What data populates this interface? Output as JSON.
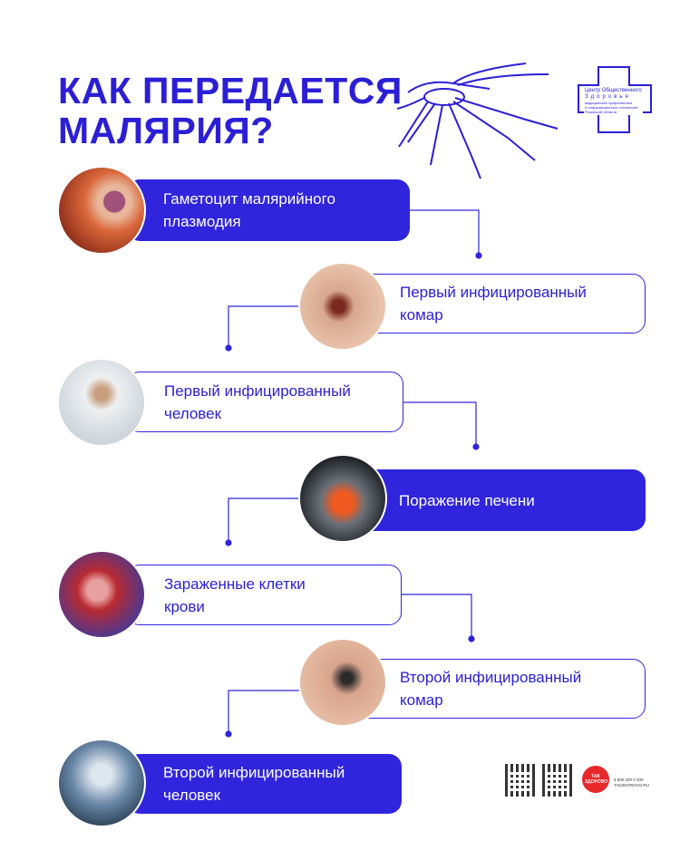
{
  "title": {
    "line1": "КАК ПЕРЕДАЕТСЯ",
    "line2": "МАЛЯРИЯ?"
  },
  "logo": {
    "line1": "Центр Общественного",
    "line2": "Здоровья",
    "line3": "медицинской профилактики",
    "line4": "и информационных технологий",
    "line5": "Рязанской области"
  },
  "steps": [
    {
      "line1": "Гаметоцит малярийного",
      "line2": "плазмодия"
    },
    {
      "line1": "Первый инфицированный",
      "line2": "комар"
    },
    {
      "line1": "Первый инфицированный",
      "line2": "человек"
    },
    {
      "line1": "Поражение печени",
      "line2": ""
    },
    {
      "line1": "Зараженные клетки",
      "line2": "крови"
    },
    {
      "line1": "Второй инфицированный",
      "line2": "комар"
    },
    {
      "line1": "Второй инфицированный",
      "line2": "человек"
    }
  ],
  "footer": {
    "badge": "ТАК ЗДОРОВО",
    "phone": "8 800 200 0 200",
    "site": "TAKZDOROVO.RU"
  },
  "colors": {
    "accent": "#3025dd"
  }
}
